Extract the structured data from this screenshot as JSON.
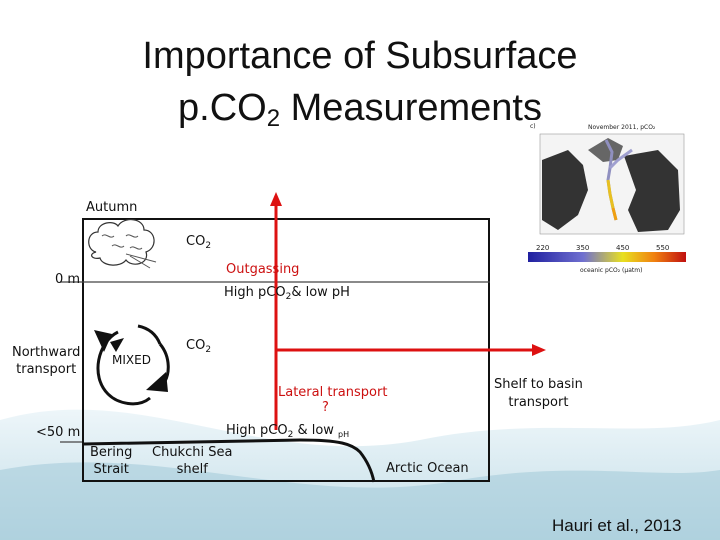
{
  "slide": {
    "title_line1": "Importance of Subsurface",
    "title_line2_pre": "p.CO",
    "title_line2_sub": "2",
    "title_line2_post": " Measurements",
    "citation": "Hauri et al., 2013"
  },
  "diagram": {
    "season": "Autumn",
    "depth_surface": "0 m",
    "depth_bottom": "<50 m",
    "co2_top_pre": "CO",
    "co2_top_sub": "2",
    "outgassing": "Outgassing",
    "surface_note_pre": "High pCO",
    "surface_note_sub": "2",
    "surface_note_post": "& low pH",
    "northward_line1": "Northward",
    "northward_line2": "transport",
    "mixed": "MIXED",
    "co2_mid_pre": "CO",
    "co2_mid_sub": "2",
    "lateral": "Lateral transport",
    "lateral_q": "?",
    "shelf_line1": "Shelf to basin",
    "shelf_line2": "transport",
    "bottom_note_pre": "High pCO",
    "bottom_note_sub": "2",
    "bottom_note_mid": " & low ",
    "bottom_note_post": "pH",
    "bering_line1": "Bering",
    "bering_line2": "Strait",
    "chukchi_line1": "Chukchi Sea",
    "chukchi_line2": "shelf",
    "arctic": "Arctic Ocean"
  },
  "inset_map": {
    "header": "November 2011, pCO₂",
    "colorbar_ticks": [
      "220",
      "350",
      "450",
      "550"
    ],
    "colorbar_label": "oceanic pCO₂ (μatm)"
  },
  "colors": {
    "arrow_red": "#dd1111",
    "label_red": "#cc1111",
    "wave_blue": "#bcdce8"
  }
}
